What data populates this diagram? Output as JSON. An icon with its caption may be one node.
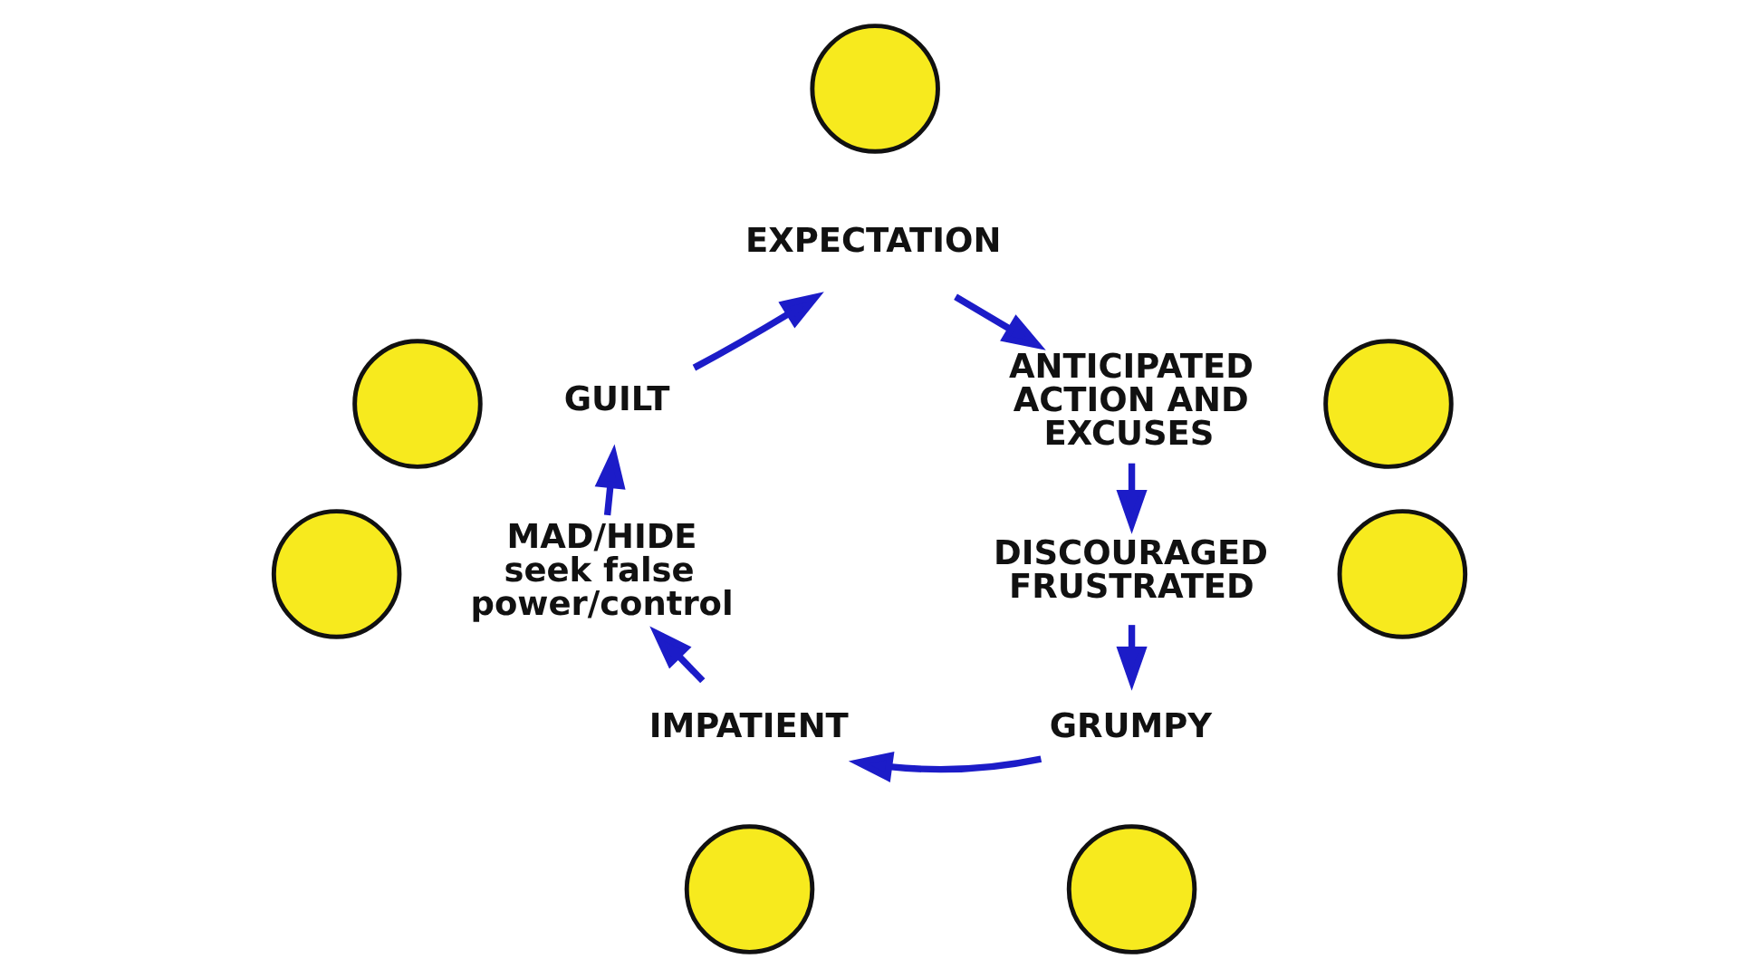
{
  "diagram": {
    "nodes": [
      {
        "text": [
          "EXPECTATION"
        ]
      },
      {
        "text": [],
        "shape": "circle"
      },
      {
        "text": [
          "ANTICIPATED ACTION AND EXCUSES"
        ]
      },
      {
        "text": [],
        "shape": "circle"
      },
      {
        "text": [
          "DISCOURAGED FRUSTRATED"
        ]
      },
      {
        "text": [],
        "shape": "circle"
      },
      {
        "text": [
          "GRUMPY"
        ]
      },
      {
        "text": [],
        "shape": "circle"
      },
      {
        "text": [
          "IMPATIENT"
        ]
      },
      {
        "text": [],
        "shape": "circle"
      },
      {
        "text": [
          "MAD/HIDE seek false power/control"
        ]
      },
      {
        "text": [],
        "shape": "circle"
      },
      {
        "text": [
          "GUILT"
        ]
      },
      {
        "text": [],
        "shape": "circle"
      }
    ],
    "edges": [
      {
        "from": 0,
        "to": 2,
        "arrow": "to"
      },
      {
        "from": 2,
        "to": 4,
        "arrow": "to"
      },
      {
        "from": 4,
        "to": 6,
        "arrow": "to"
      },
      {
        "from": 6,
        "to": 8,
        "arrow": "to"
      },
      {
        "from": 8,
        "to": 10,
        "arrow": "to"
      },
      {
        "from": 10,
        "to": 12,
        "arrow": "to"
      },
      {
        "from": 12,
        "to": 0,
        "arrow": "to"
      }
    ]
  }
}
